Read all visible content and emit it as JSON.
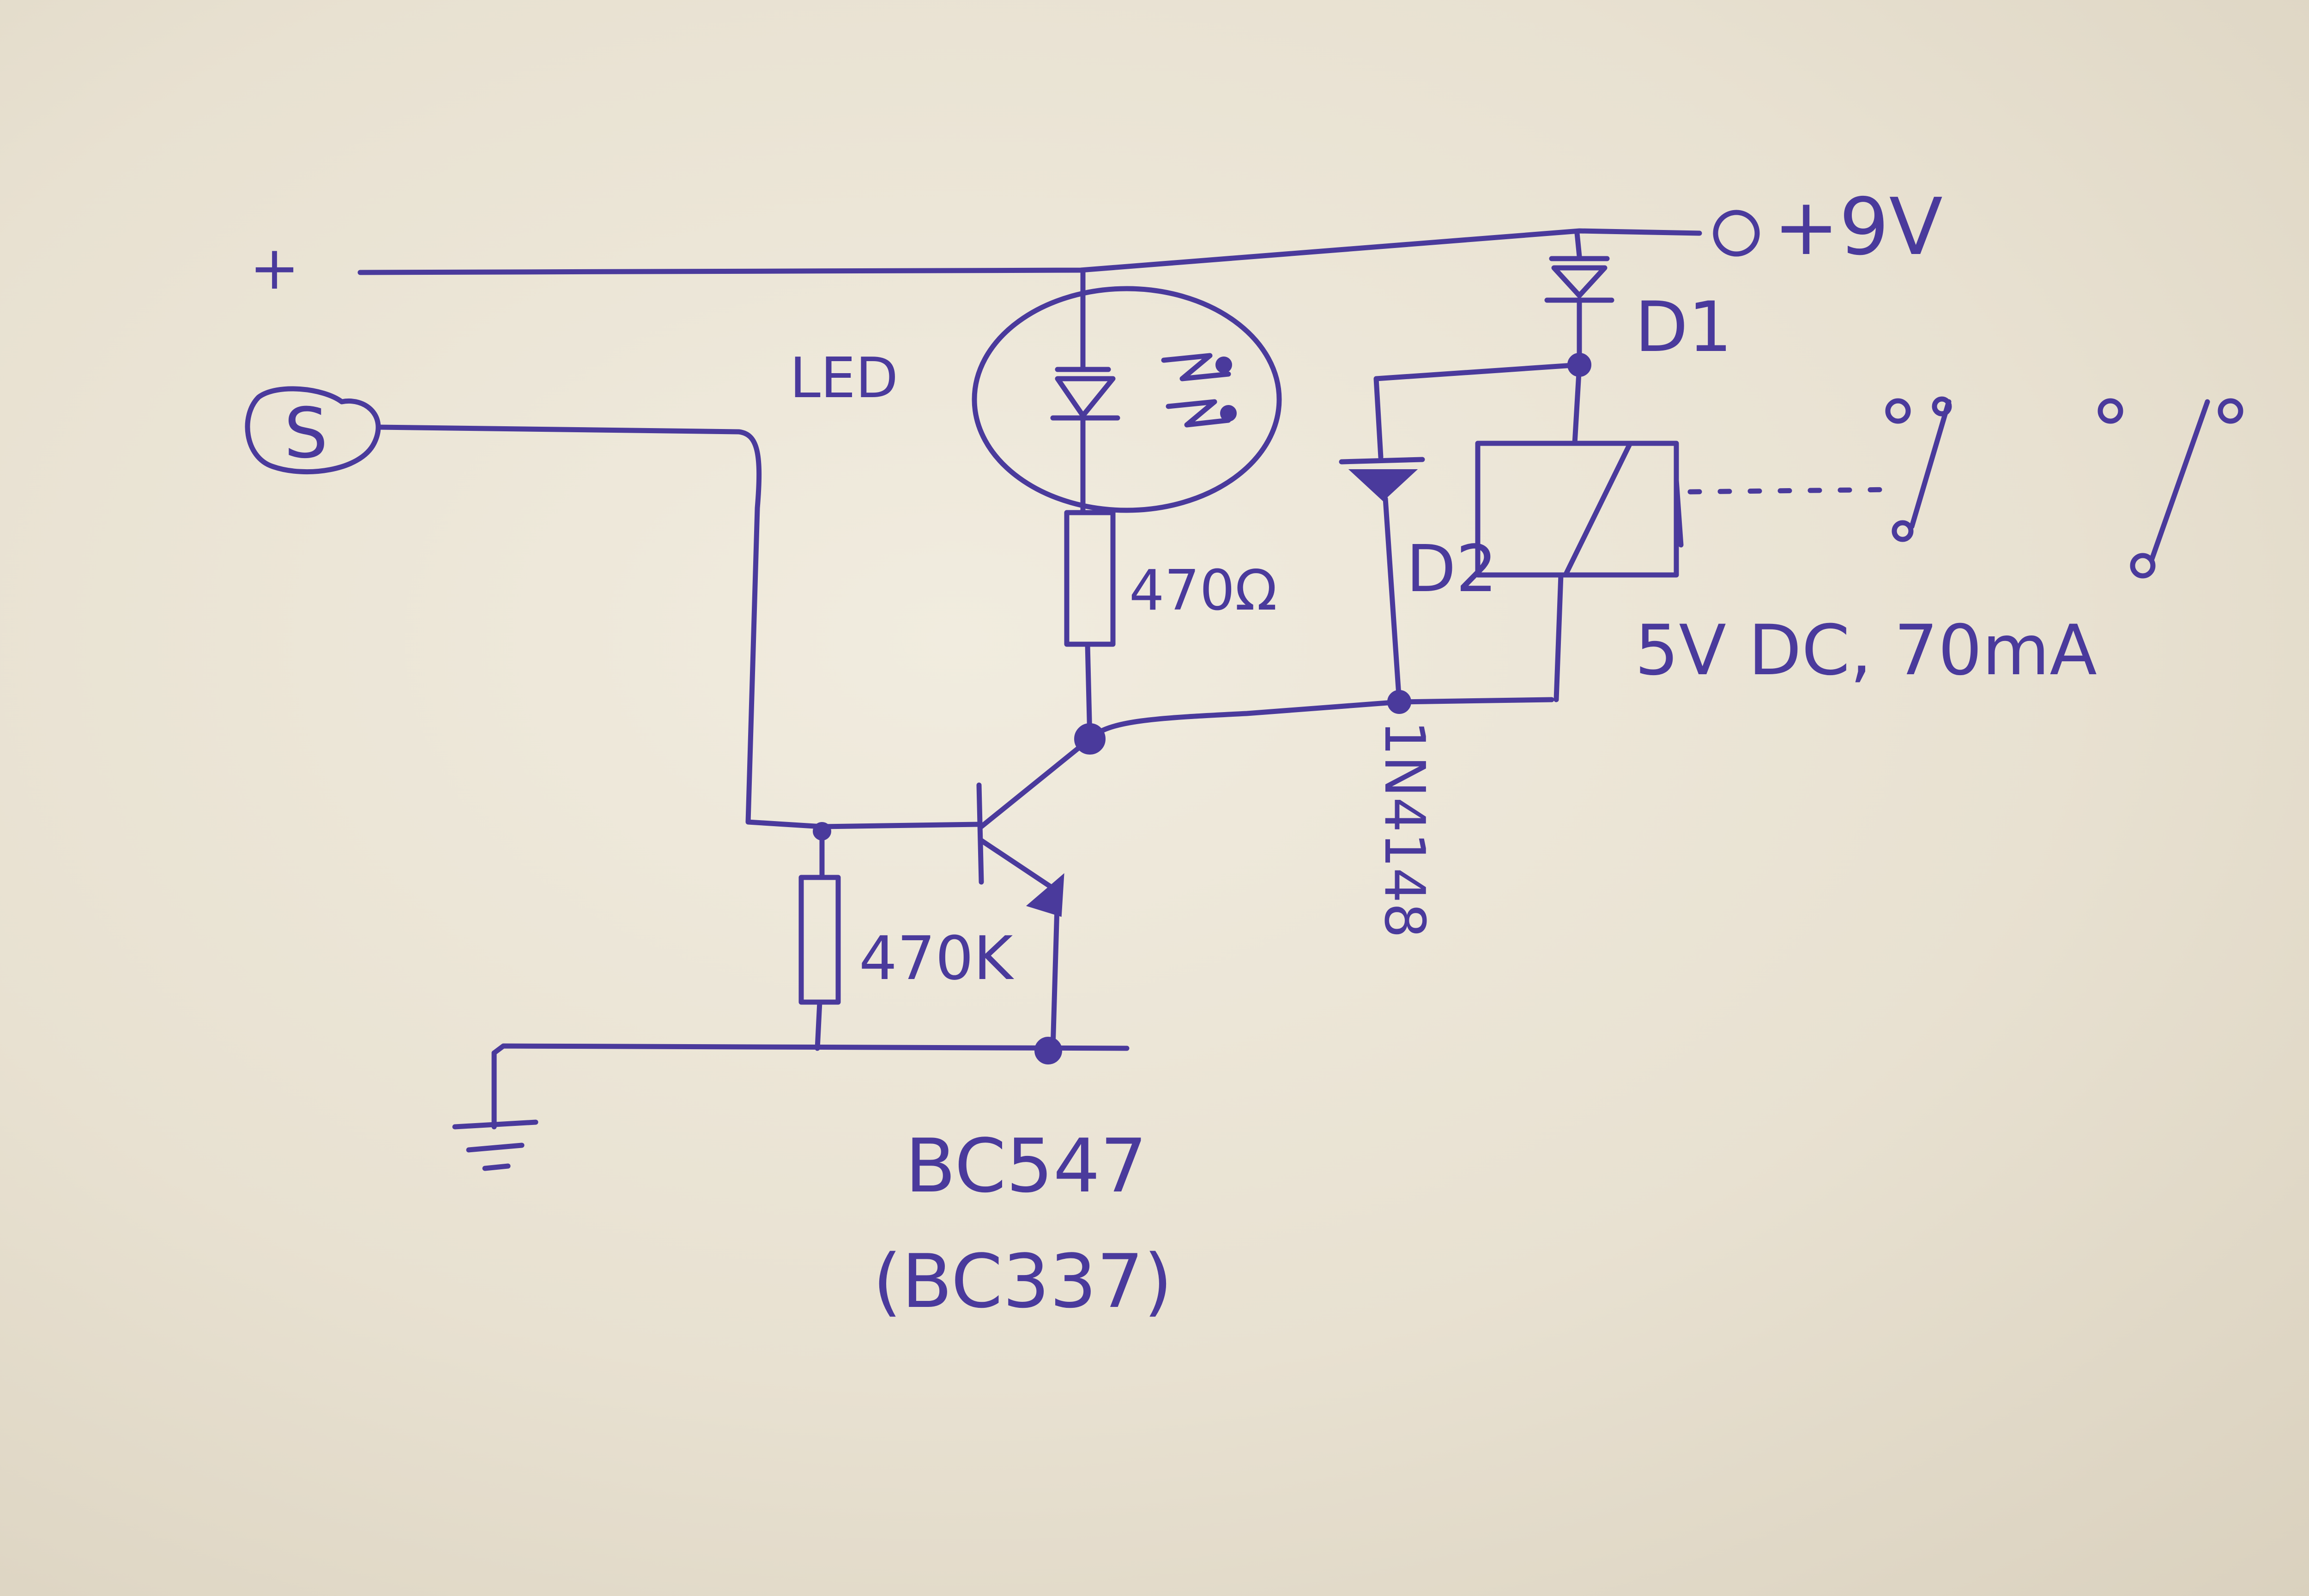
{
  "labels": {
    "plus": "+",
    "sensor": "S",
    "led": "LED",
    "r_led": "470Ω",
    "r_base": "470K",
    "transistor": "BC547",
    "transistor_alt": "(BC337)",
    "supply": "+9V",
    "d1": "D1",
    "d2": "D2",
    "diode_part": "1N4148",
    "relay_rating": "5V DC, 70mA"
  },
  "colors": {
    "ink": "#4a3a9c",
    "paper": "#e9e3d4"
  }
}
